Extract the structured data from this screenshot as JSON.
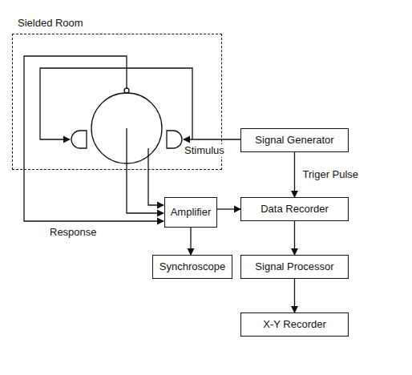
{
  "diagram": {
    "nodes": [
      {
        "text": [
          "Sielded Room"
        ]
      },
      {
        "text": [
          "Signal Generator"
        ]
      },
      {
        "text": [
          "Amplifier"
        ]
      },
      {
        "text": [
          "Data Recorder"
        ]
      },
      {
        "text": [
          "Synchroscope"
        ]
      },
      {
        "text": [
          "Signal Processor"
        ]
      },
      {
        "text": [
          "X-Y Recorder"
        ]
      }
    ],
    "edges": [
      {
        "from": 1,
        "to": 3,
        "arrow": "to",
        "label": "Triger Pulse"
      },
      {
        "from": 2,
        "to": 3,
        "arrow": "to"
      },
      {
        "from": 2,
        "to": 4,
        "arrow": "to"
      },
      {
        "from": 3,
        "to": 5,
        "arrow": "to"
      },
      {
        "from": 5,
        "to": 6,
        "arrow": "to"
      }
    ],
    "labels": [
      "Stimulus",
      "Response"
    ]
  }
}
